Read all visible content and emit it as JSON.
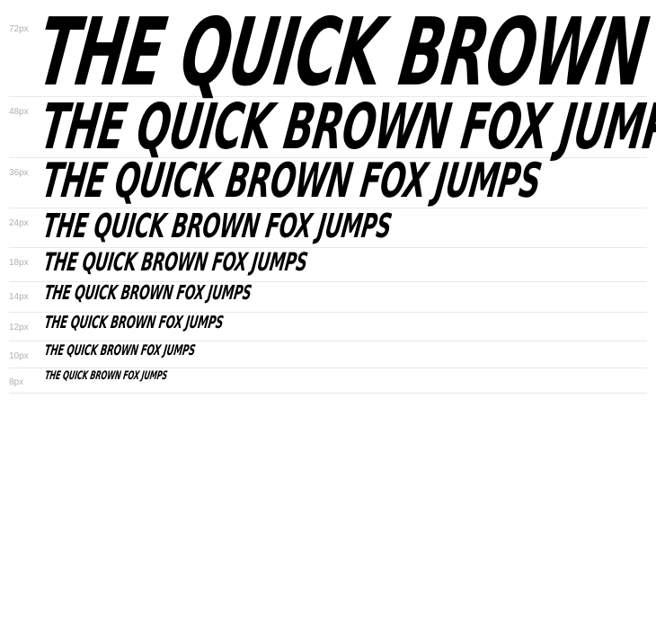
{
  "sample_text": "THE QUICK BROWN FOX JUMPS OVER THE LAZY DOG",
  "rows": [
    {
      "size_label": "72px",
      "text": "THE QUICK BROWN FOX JUMPS"
    },
    {
      "size_label": "48px",
      "text": "THE QUICK BROWN FOX JUMPS"
    },
    {
      "size_label": "36px",
      "text": "THE QUICK BROWN FOX JUMPS"
    },
    {
      "size_label": "24px",
      "text": "THE QUICK BROWN FOX JUMPS"
    },
    {
      "size_label": "18px",
      "text": "THE QUICK BROWN FOX JUMPS"
    },
    {
      "size_label": "14px",
      "text": "THE QUICK BROWN FOX JUMPS"
    },
    {
      "size_label": "12px",
      "text": "THE QUICK BROWN FOX JUMPS"
    },
    {
      "size_label": "10px",
      "text": "THE QUICK BROWN FOX JUMPS"
    },
    {
      "size_label": "8px",
      "text": "THE QUICK BROWN FOX JUMPS"
    }
  ]
}
